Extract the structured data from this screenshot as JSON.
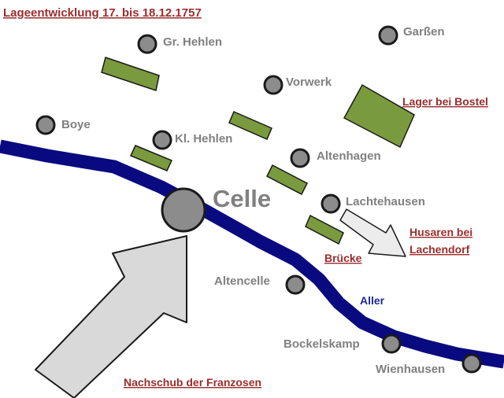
{
  "title": "Lageentwicklung 17. bis 18.12.1757",
  "colors": {
    "river": "#0a0a80",
    "town_fill": "#8c8c8c",
    "troop_fill": "#7a9a3e",
    "label_red": "#9b2d2d",
    "label_grey": "#808080",
    "label_blue": "#1a2a9a",
    "arrow_fill": "#d9d9d9"
  },
  "towns": {
    "gr_hehlen": "Gr. Hehlen",
    "garssen": "Garßen",
    "vorwerk": "Vorwerk",
    "boye": "Boye",
    "kl_hehlen": "Kl. Hehlen",
    "altenhagen": "Altenhagen",
    "celle": "Celle",
    "lachtehausen": "Lachtehausen",
    "altencelle": "Altencelle",
    "bockelskamp": "Bockelskamp",
    "wienhausen": "Wienhausen"
  },
  "annotations": {
    "lager_bostel": "Lager bei Bostel",
    "husaren_line1": "Husaren bei",
    "husaren_line2": "Lachendorf",
    "bruecke": "Brücke",
    "nachschub": "Nachschub der Franzosen"
  },
  "river": {
    "name": "Aller"
  }
}
